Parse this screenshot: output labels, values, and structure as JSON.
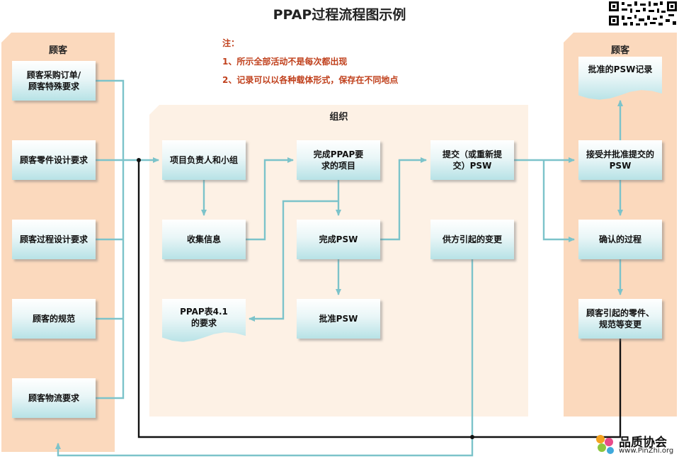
{
  "title": "PPAP过程流程图示例",
  "notes": {
    "heading": "注：",
    "line1": "1、所示全部活动不是每次都出现",
    "line2": "2、记录可以以各种载体形式，保存在不同地点"
  },
  "left_panel": {
    "title": "顾客",
    "items": [
      "顾客采购订单/\n顾客特殊要求",
      "顾客零件设计要求",
      "顾客过程设计要求",
      "顾客的规范",
      "顾客物流要求"
    ]
  },
  "org_panel": {
    "title": "组织",
    "project_team": "项目负责人和小组",
    "collect_info": "收集信息",
    "ppap_req": "PPAP表4.1\n的要求",
    "complete_items": "完成PPAP要\n求的项目",
    "complete_psw": "完成PSW",
    "approve_psw": "批准PSW",
    "submit_psw": "提交（或重新提\n交）PSW",
    "supplier_change": "供方引起的变更"
  },
  "right_panel": {
    "title": "顾客",
    "approved_record": "批准的PSW记录",
    "accept_approve": "接受并批准提交的\nPSW",
    "confirmed_process": "确认的过程",
    "customer_change": "顾客引起的零件、\n规范等变更"
  },
  "logo": {
    "name_cn": "品质协会",
    "url": "www.PinZhi.org"
  },
  "colors": {
    "arrow": "#7cc3ca",
    "black_line": "#111111",
    "customer_panel": "#fbd9bd",
    "org_panel": "#fdf1e5",
    "note_text": "#c0401c"
  }
}
